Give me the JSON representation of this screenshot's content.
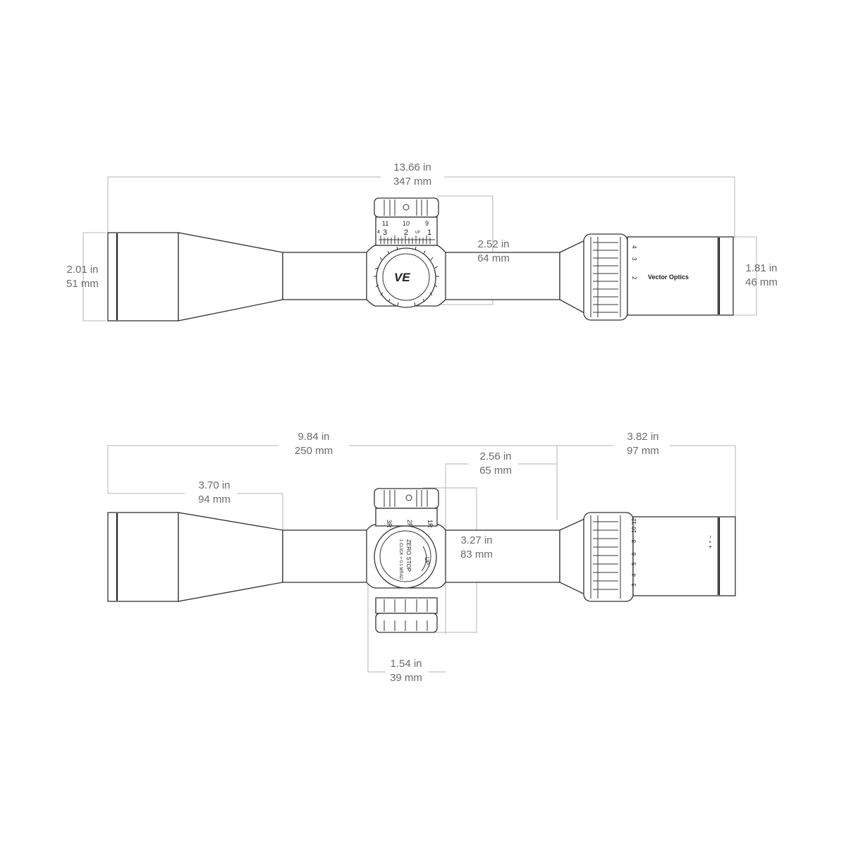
{
  "top_view": {
    "overall_length": {
      "in": "13.66 in",
      "mm": "347 mm"
    },
    "objective_diameter": {
      "in": "2.01 in",
      "mm": "51 mm"
    },
    "eyepiece_diameter": {
      "in": "1.81 in",
      "mm": "46 mm"
    },
    "turret_height": {
      "in": "2.52  in",
      "mm": "64 mm"
    },
    "turret_scale_top": [
      "11",
      "10",
      "9"
    ],
    "turret_scale_bottom": [
      "4",
      "3",
      "2",
      "1"
    ],
    "turret_arrow": "UP",
    "brand": "Vector Optics",
    "brand_logo_text": "VE",
    "magnification_marks": [
      "4",
      "3",
      "2"
    ]
  },
  "side_view": {
    "tube_length": {
      "in": "9.84 in",
      "mm": "250 mm"
    },
    "eye_relief": {
      "in": "3.82  in",
      "mm": "97 mm"
    },
    "objective_to_turret": {
      "in": "3.70 in",
      "mm": "94 mm"
    },
    "turret_to_eyepiece": {
      "in": "2.56 in",
      "mm": "65 mm"
    },
    "turret_span": {
      "in": "3.27 in",
      "mm": "83 mm"
    },
    "saddle_length": {
      "in": "1.54 in",
      "mm": "39 mm"
    },
    "windage_scale": [
      "3R",
      "2R",
      "1R"
    ],
    "dial_text_1": "1 CLICK = 0.1 MRAD",
    "dial_text_2": "ZERO STOP",
    "dial_text_3": "UP",
    "magnification_marks": [
      "3",
      "4",
      "5",
      "6",
      "8",
      "10",
      "12"
    ],
    "diopter_mark": "+ ∘ −"
  },
  "colors": {
    "dimension_text": "#6b6b6b",
    "dimension_line": "#b4b4b4",
    "outline": "#333333"
  }
}
